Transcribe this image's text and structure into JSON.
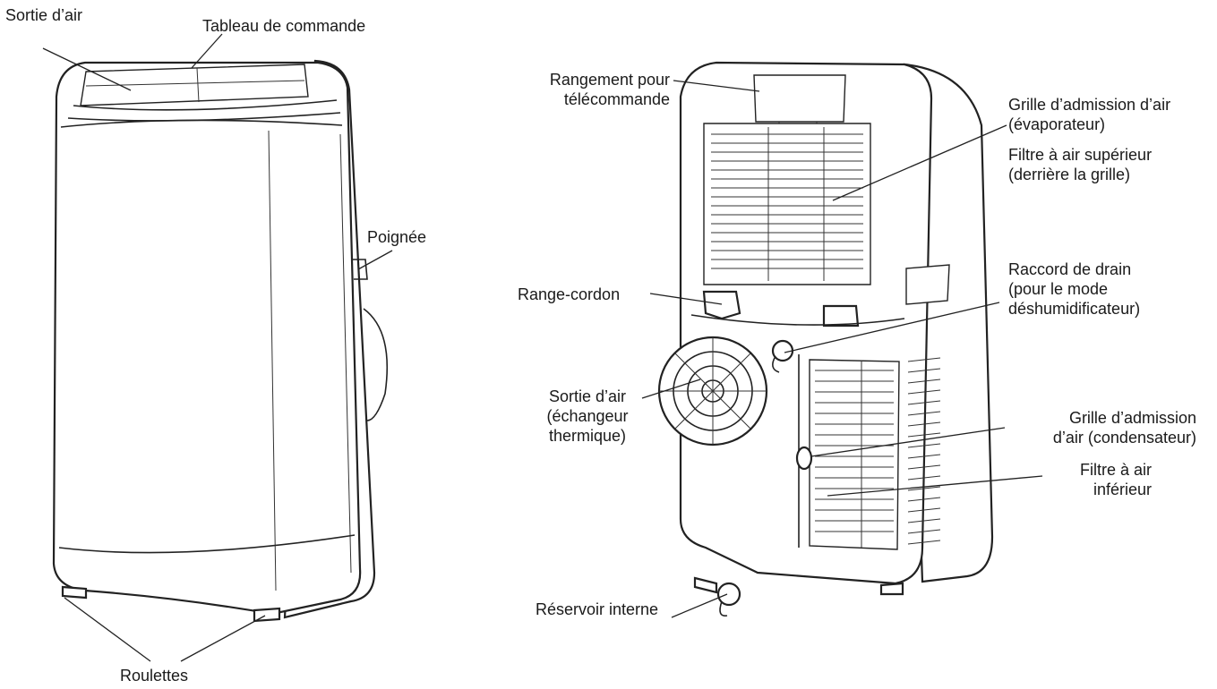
{
  "labels": {
    "sortie_air_front": "Sortie d’air",
    "tableau_commande": "Tableau de commande",
    "poignee": "Poignée",
    "roulettes": "Roulettes",
    "rangement_1": "Rangement pour",
    "rangement_2": "télécommande",
    "range_cordon": "Range-cordon",
    "sortie_air_back_1": "Sortie d’air",
    "sortie_air_back_2": "(échangeur",
    "sortie_air_back_3": "thermique)",
    "reservoir": "Réservoir interne",
    "grille_evap_1": "Grille d’admission d’air",
    "grille_evap_2": "(évaporateur)",
    "filtre_sup_1": "Filtre à air supérieur",
    "filtre_sup_2": "(derrière la grille)",
    "raccord_1": "Raccord de drain",
    "raccord_2": "(pour le mode",
    "raccord_3": "déshumidificateur)",
    "grille_cond_1": "Grille d’admission",
    "grille_cond_2": "d’air (condensateur)",
    "filtre_inf_1": "Filtre à air",
    "filtre_inf_2": "inférieur"
  },
  "icons": {
    "front_unit": "portable-air-conditioner-front-view",
    "back_unit": "portable-air-conditioner-back-view"
  }
}
